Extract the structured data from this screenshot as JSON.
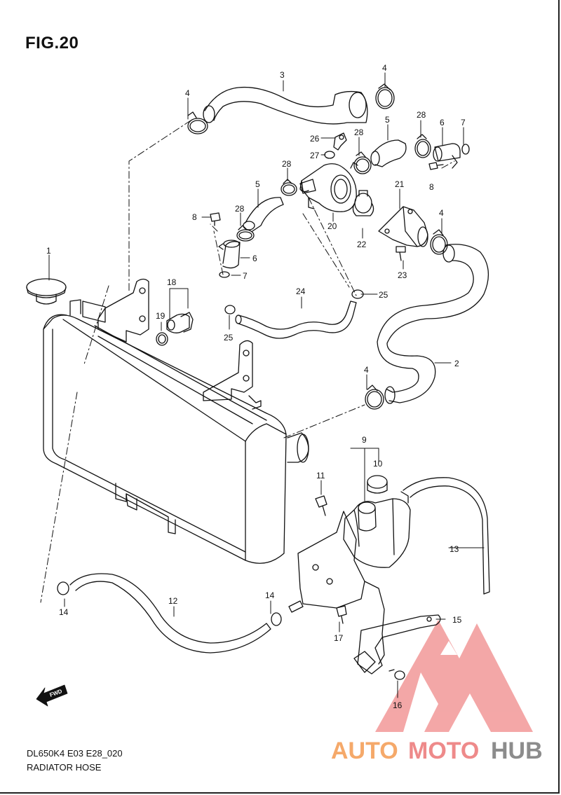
{
  "figure": {
    "title": "FIG.20",
    "footer_code": "DL650K4 E03 E28_020",
    "footer_name": "RADIATOR HOSE",
    "fwd_label": "FWD"
  },
  "callouts": [
    {
      "id": "c1",
      "text": "1"
    },
    {
      "id": "c2",
      "text": "2"
    },
    {
      "id": "c3",
      "text": "3"
    },
    {
      "id": "c4a",
      "text": "4"
    },
    {
      "id": "c4b",
      "text": "4"
    },
    {
      "id": "c4c",
      "text": "4"
    },
    {
      "id": "c4d",
      "text": "4"
    },
    {
      "id": "c5a",
      "text": "5"
    },
    {
      "id": "c5b",
      "text": "5"
    },
    {
      "id": "c6a",
      "text": "6"
    },
    {
      "id": "c6b",
      "text": "6"
    },
    {
      "id": "c7a",
      "text": "7"
    },
    {
      "id": "c7b",
      "text": "7"
    },
    {
      "id": "c8a",
      "text": "8"
    },
    {
      "id": "c8b",
      "text": "8"
    },
    {
      "id": "c9",
      "text": "9"
    },
    {
      "id": "c10",
      "text": "10"
    },
    {
      "id": "c11",
      "text": "11"
    },
    {
      "id": "c12",
      "text": "12"
    },
    {
      "id": "c13",
      "text": "13"
    },
    {
      "id": "c14a",
      "text": "14"
    },
    {
      "id": "c14b",
      "text": "14"
    },
    {
      "id": "c15",
      "text": "15"
    },
    {
      "id": "c16",
      "text": "16"
    },
    {
      "id": "c17",
      "text": "17"
    },
    {
      "id": "c18",
      "text": "18"
    },
    {
      "id": "c19",
      "text": "19"
    },
    {
      "id": "c20",
      "text": "20"
    },
    {
      "id": "c21",
      "text": "21"
    },
    {
      "id": "c22",
      "text": "22"
    },
    {
      "id": "c23",
      "text": "23"
    },
    {
      "id": "c24",
      "text": "24"
    },
    {
      "id": "c25a",
      "text": "25"
    },
    {
      "id": "c25b",
      "text": "25"
    },
    {
      "id": "c26",
      "text": "26"
    },
    {
      "id": "c27",
      "text": "27"
    },
    {
      "id": "c28a",
      "text": "28"
    },
    {
      "id": "c28b",
      "text": "28"
    },
    {
      "id": "c28c",
      "text": "28"
    },
    {
      "id": "c28d",
      "text": "28"
    }
  ],
  "watermark": {
    "part1": "AUTO",
    "part2": "MOTO",
    "part3": "HUB",
    "color1": "#f5a96a",
    "color2": "#ee8a8a",
    "color3": "#8c8c8c",
    "logo_color": "#f08a8a"
  }
}
